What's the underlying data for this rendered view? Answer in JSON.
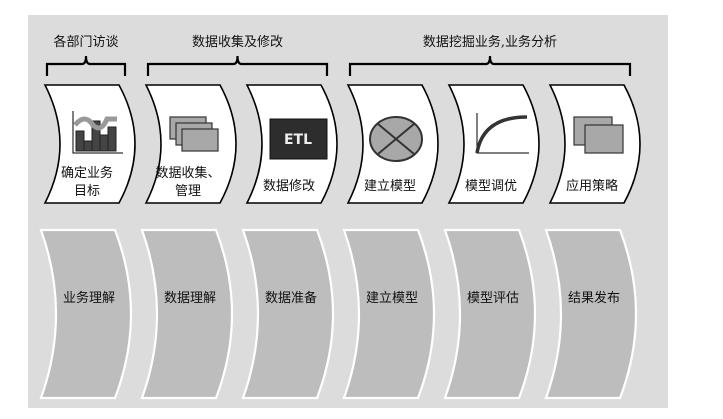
{
  "groups": [
    {
      "label": "各部门访谈",
      "span": [
        0,
        0
      ]
    },
    {
      "label": "数据收集及修改",
      "span": [
        1,
        2
      ]
    },
    {
      "label": "数据挖掘业务,业务分析",
      "span": [
        3,
        5
      ]
    }
  ],
  "top_cards": [
    {
      "lines": [
        "确定业务",
        "目标"
      ],
      "icon": "bar-chart-icon"
    },
    {
      "lines": [
        "数据收集、",
        "管理"
      ],
      "icon": "documents-stack-icon"
    },
    {
      "lines": [
        "数据修改"
      ],
      "icon": "etl-icon",
      "icon_text": "ETL"
    },
    {
      "lines": [
        "建立模型"
      ],
      "icon": "crossed-circle-icon"
    },
    {
      "lines": [
        "模型调优"
      ],
      "icon": "curve-chart-icon"
    },
    {
      "lines": [
        "应用策略"
      ],
      "icon": "documents-pair-icon"
    }
  ],
  "bottom_cards": [
    {
      "label": "业务理解"
    },
    {
      "label": "数据理解"
    },
    {
      "label": "数据准备"
    },
    {
      "label": "建立模型"
    },
    {
      "label": "模型评估"
    },
    {
      "label": "结果发布"
    }
  ],
  "colors": {
    "panel": "#dcdcdc",
    "card_top": "#ffffff",
    "card_bottom": "#bdbdbd",
    "icon_fill": "#a8a8a8",
    "icon_dark": "#333333"
  }
}
